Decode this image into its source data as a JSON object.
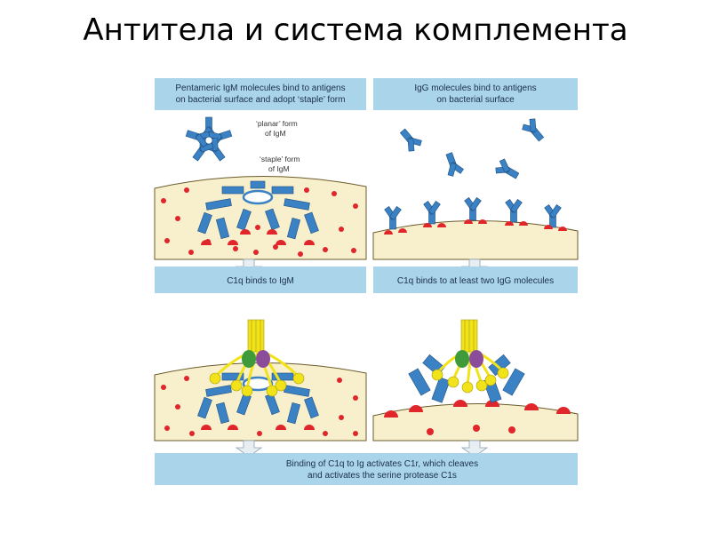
{
  "slide": {
    "title": "Антитела и система комплемента"
  },
  "panels": {
    "top_left": {
      "caption_line1": "Pentameric IgM molecules bind to antigens",
      "caption_line2": "on bacterial surface and adopt ‘staple’ form",
      "label_planar_1": "‘planar’ form",
      "label_planar_2": "of IgM",
      "label_staple_1": "‘staple’ form",
      "label_staple_2": "of IgM"
    },
    "top_right": {
      "caption_line1": "IgG molecules bind to antigens",
      "caption_line2": "on bacterial surface"
    },
    "mid_left": {
      "caption": "C1q binds to IgM"
    },
    "mid_right": {
      "caption": "C1q binds to at least two IgG molecules"
    },
    "bottom": {
      "caption_line1": "Binding of C1q to Ig activates C1r, which cleaves",
      "caption_line2": "and activates the serine protease C1s"
    }
  },
  "colors": {
    "caption_band": "#a9d4ea",
    "surface": "#f8f0cc",
    "antibody": "#3b82c4",
    "antigen": "#e0262a",
    "c1q": "#f2e21a",
    "c1r": "#3f9a3a",
    "c1s": "#8b4d9a",
    "arrow": "#e8eef2"
  }
}
